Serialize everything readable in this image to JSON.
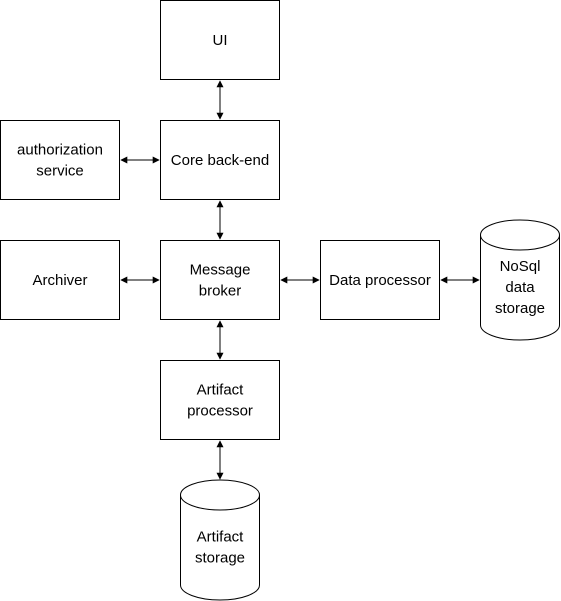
{
  "nodes": {
    "ui": {
      "label": [
        "UI"
      ]
    },
    "auth": {
      "label": [
        "authorization",
        "service"
      ]
    },
    "core": {
      "label": [
        "Core back-end"
      ]
    },
    "archiver": {
      "label": [
        "Archiver"
      ]
    },
    "broker": {
      "label": [
        "Message",
        "broker"
      ]
    },
    "dataproc": {
      "label": [
        "Data processor"
      ]
    },
    "nosql": {
      "label": [
        "NoSql",
        "data",
        "storage"
      ]
    },
    "artproc": {
      "label": [
        "Artifact",
        "processor"
      ]
    },
    "artstore": {
      "label": [
        "Artifact",
        "storage"
      ]
    }
  },
  "edges": [
    {
      "from": "ui",
      "to": "core",
      "bidirectional": true
    },
    {
      "from": "auth",
      "to": "core",
      "bidirectional": true
    },
    {
      "from": "core",
      "to": "broker",
      "bidirectional": true
    },
    {
      "from": "archiver",
      "to": "broker",
      "bidirectional": true
    },
    {
      "from": "broker",
      "to": "dataproc",
      "bidirectional": true
    },
    {
      "from": "dataproc",
      "to": "nosql",
      "bidirectional": true
    },
    {
      "from": "broker",
      "to": "artproc",
      "bidirectional": true
    },
    {
      "from": "artproc",
      "to": "artstore",
      "bidirectional": true
    }
  ],
  "colors": {
    "stroke": "#000000",
    "fill": "#ffffff",
    "text": "#000000"
  }
}
